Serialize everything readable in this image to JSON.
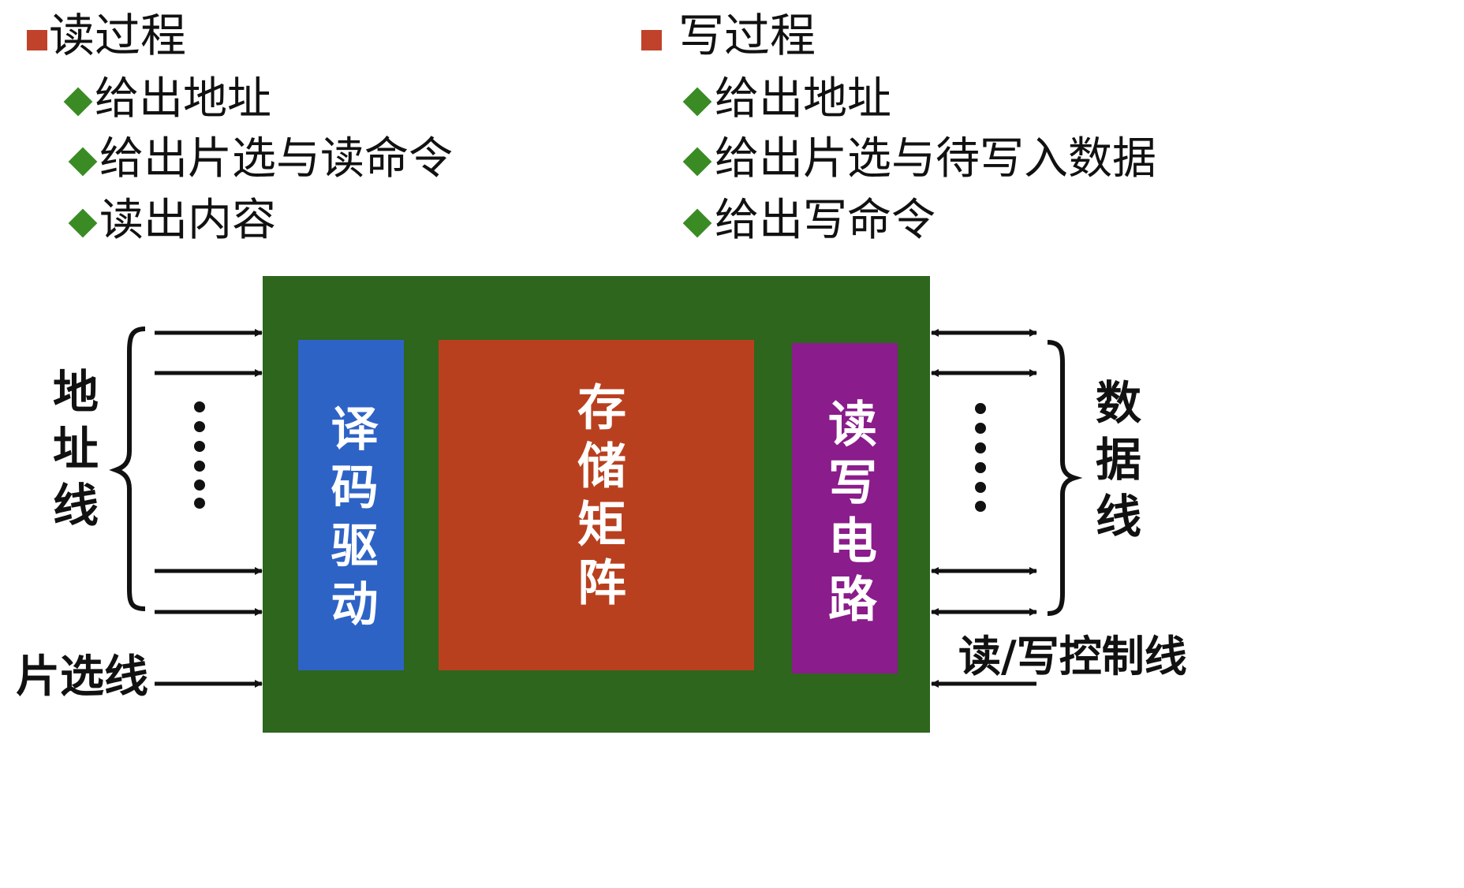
{
  "colors": {
    "section_bullet": "#c0422a",
    "item_bullet": "#3a8b24",
    "chip": "#2d661c",
    "decoder": "#2e63c6",
    "matrix": "#b9401f",
    "rw_circuit": "#8a1c8c",
    "arrow": "#111111"
  },
  "read_process": {
    "title": "读过程",
    "steps": [
      "给出地址",
      "给出片选与读命令",
      "读出内容"
    ]
  },
  "write_process": {
    "title": "写过程",
    "steps": [
      "给出地址",
      "给出片选与待写入数据",
      "给出写命令"
    ]
  },
  "diagram": {
    "decoder_label": "译码驱动",
    "matrix_label": "存储矩阵",
    "rw_circuit_label": "读写电路",
    "address_lines_label": "地址线",
    "data_lines_label": "数据线",
    "chip_select_label": "片选线",
    "rw_control_label": "读/写控制线"
  }
}
